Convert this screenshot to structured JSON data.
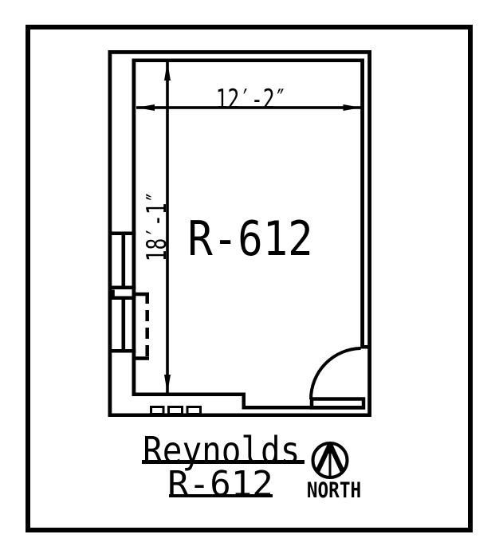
{
  "page": {
    "paper_color": "#ffffff",
    "ink_color": "#000000"
  },
  "plan": {
    "room_label": "R-612",
    "dimensions": {
      "width_label": "12′-2″",
      "height_label": "18′-1″"
    }
  },
  "title_block": {
    "line1": "Reynolds",
    "line2": "R-612"
  },
  "north_indicator": {
    "label": "NORTH"
  }
}
